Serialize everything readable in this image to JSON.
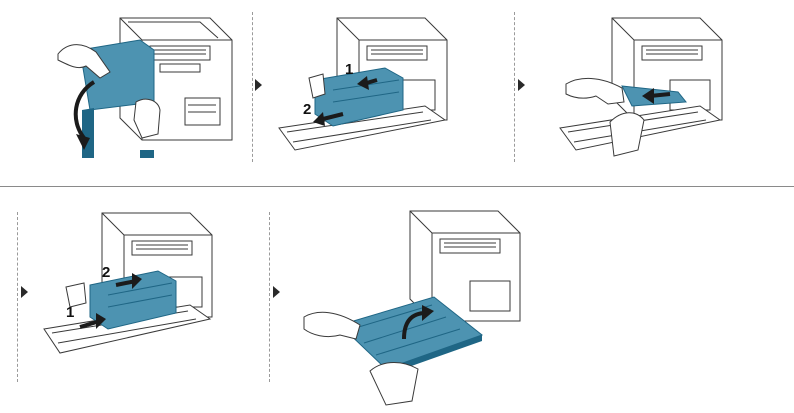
{
  "colors": {
    "part_fill": "#4d93b1",
    "part_dark": "#1f6685",
    "outline": "#3a3a3a",
    "separator": "#8a8a8a",
    "arrow": "#1b1b1b"
  },
  "steps": [
    {
      "labels": []
    },
    {
      "labels": [
        "1",
        "2"
      ]
    },
    {
      "labels": []
    },
    {
      "labels": [
        "2",
        "1"
      ]
    },
    {
      "labels": []
    }
  ]
}
